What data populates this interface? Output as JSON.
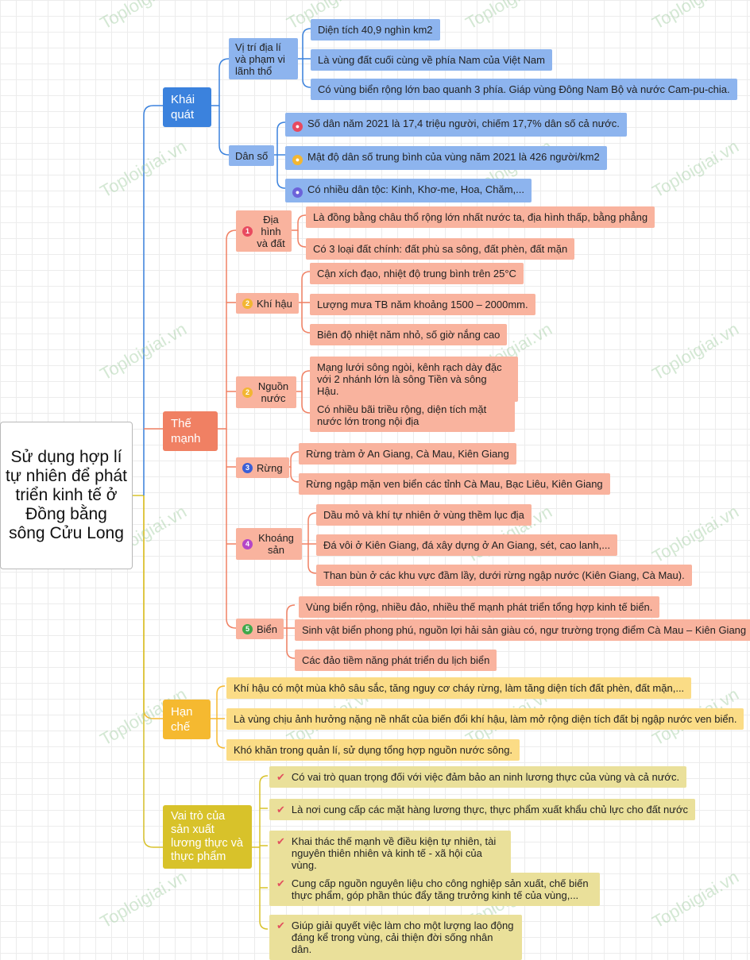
{
  "watermark": "Toploigiai.vn",
  "root": "Sử dụng hợp lí tự nhiên để phát triển kinh tế ở Đồng bằng sông Cửu Long",
  "khai_quat": {
    "label": "Khái quát",
    "vi_tri": {
      "label": "Vị trí địa lí và phạm vi lãnh thổ",
      "items": [
        "Diện tích 40,9 nghìn km2",
        "Là vùng đất cuối cùng về phía Nam của Việt Nam",
        "Có vùng biển rộng lớn bao quanh 3 phía. Giáp vùng Đông Nam Bộ và nước Cam-pu-chia."
      ]
    },
    "dan_so": {
      "label": "Dân số",
      "items": [
        "Số dân năm 2021 là 17,4 triệu người, chiếm 17,7% dân số cả nước.",
        "Mật độ dân số trung bình của vùng năm 2021 là 426 người/km2",
        "Có nhiều dân tộc: Kinh, Khơ-me, Hoa, Chăm,..."
      ]
    }
  },
  "the_manh": {
    "label": "Thế mạnh",
    "dia_hinh": {
      "num": "1",
      "label": "Địa hình và đất",
      "items": [
        "Là đồng bằng châu thổ rộng lớn nhất nước ta, địa hình thấp, bằng phẳng",
        "Có 3 loại đất chính: đất phù sa sông, đất phèn, đất mặn"
      ]
    },
    "khi_hau": {
      "num": "2",
      "label": "Khí hậu",
      "items": [
        "Cận xích đạo, nhiệt độ trung bình trên 25°C",
        "Lượng mưa TB năm khoảng 1500 – 2000mm.",
        "Biên độ nhiệt năm nhỏ, số giờ nắng cao"
      ]
    },
    "nguon_nuoc": {
      "num": "2",
      "label": "Nguồn nước",
      "items": [
        "Mạng lưới sông ngòi, kênh rạch dày đặc với 2 nhánh lớn là sông Tiền và sông Hậu.",
        "Có nhiều bãi triều rộng, diện tích mặt nước lớn trong nội địa"
      ]
    },
    "rung": {
      "num": "3",
      "label": "Rừng",
      "items": [
        "Rừng tràm ở An Giang, Cà Mau, Kiên Giang",
        "Rừng ngập mặn ven biển các tỉnh Cà Mau, Bạc Liêu, Kiên Giang"
      ]
    },
    "khoang_san": {
      "num": "4",
      "label": "Khoáng sản",
      "items": [
        "Dầu mỏ và khí tự nhiên ở vùng thềm lục địa",
        "Đá vôi ở Kiên Giang, đá xây dựng ở An Giang, sét, cao lanh,...",
        "Than bùn ở các khu vực đầm lầy, dưới rừng ngập nước (Kiên Giang, Cà Mau)."
      ]
    },
    "bien": {
      "num": "5",
      "label": "Biển",
      "items": [
        "Vùng biển rộng, nhiều đảo, nhiều thế mạnh phát triển tổng hợp kinh tế biển.",
        "Sinh vật biển phong phú, nguồn lợi hải sản giàu có, ngư trường trọng điểm Cà Mau – Kiên Giang",
        "Các đảo tiềm năng phát triển du lịch biển"
      ]
    }
  },
  "han_che": {
    "label": "Hạn chế",
    "items": [
      "Khí hậu có một mùa khô sâu sắc, tăng nguy cơ cháy rừng, làm tăng diện tích đất phèn, đất mặn,...",
      "Là vùng chịu ảnh hưởng nặng nề nhất của biến đổi khí hậu, làm mở rộng diện tích đất bị ngập nước ven biển.",
      "Khó khăn trong quản lí, sử dụng tổng hợp nguồn nước sông."
    ]
  },
  "vai_tro": {
    "label": "Vai trò của sản xuất lương thực và thực phẩm",
    "items": [
      "Có vai trò quan trọng đối với việc đảm bảo an ninh lương thực của vùng và cả nước.",
      "Là nơi cung cấp các mặt hàng lương thực, thực phẩm xuất khẩu chủ lực cho đất nước",
      "Khai thác thế mạnh về điều kiện tự nhiên, tài nguyên thiên nhiên và kinh tế - xã hội của vùng.",
      "Cung cấp nguồn nguyên liệu cho công nghiệp sản xuất, chế biến thực phẩm, góp phần thúc đẩy tăng trưởng kinh tế của vùng,...",
      "Giúp giải quyết việc làm cho một lượng lao động đáng kể trong vùng, cải thiện đời sống nhân dân."
    ]
  },
  "colors": {
    "blue": "#3b82dd",
    "salmon": "#f08063",
    "yellow": "#f5b930",
    "olive": "#d8c22a"
  }
}
